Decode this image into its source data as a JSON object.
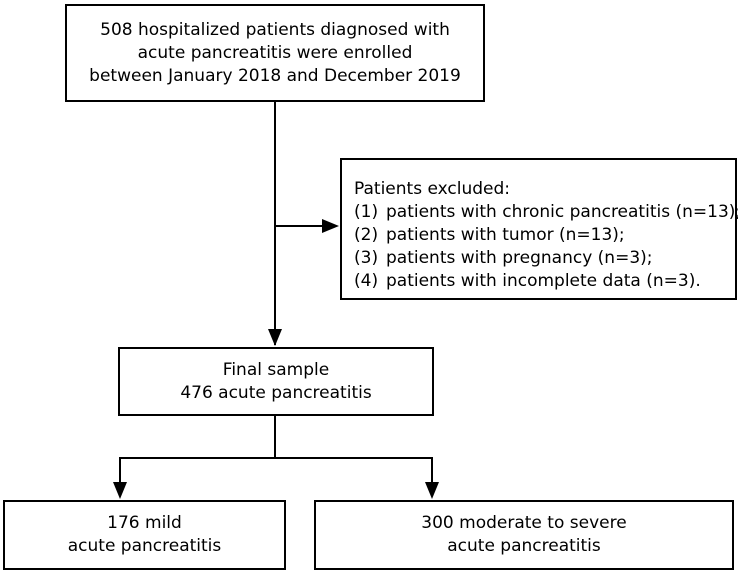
{
  "flowchart": {
    "enrolled": {
      "lines": [
        "508 hospitalized patients diagnosed with",
        "acute pancreatitis were enrolled",
        "between January 2018 and December 2019"
      ]
    },
    "excluded": {
      "heading": "Patients excluded:",
      "items": [
        {
          "num": "(1)",
          "text": "patients with chronic pancreatitis (n=13);"
        },
        {
          "num": "(2)",
          "text": "patients with tumor (n=13);"
        },
        {
          "num": "(3)",
          "text": "patients with pregnancy (n=3);"
        },
        {
          "num": "(4)",
          "text": "patients with incomplete data (n=3)."
        }
      ]
    },
    "final": {
      "lines": [
        "Final sample",
        "476 acute pancreatitis"
      ]
    },
    "mild": {
      "lines": [
        "176 mild",
        "acute pancreatitis"
      ]
    },
    "severe": {
      "lines": [
        "300 moderate to severe",
        "acute pancreatitis"
      ]
    }
  }
}
